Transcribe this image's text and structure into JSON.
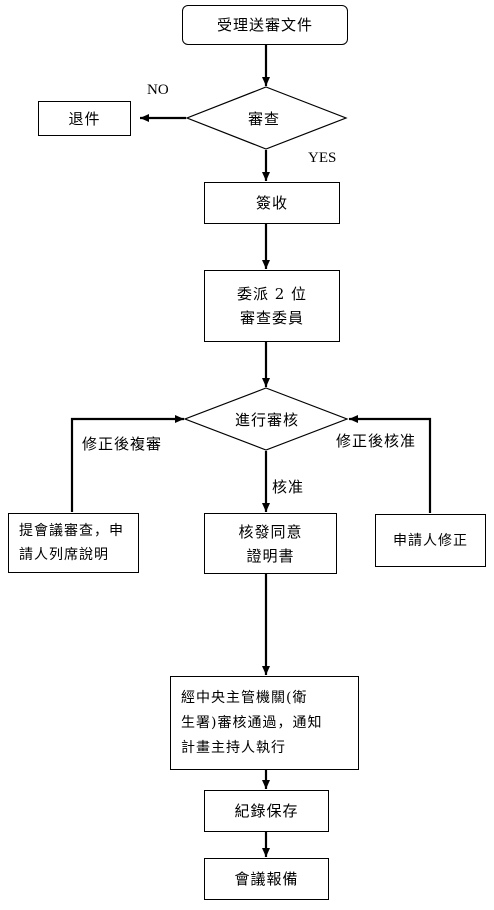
{
  "nodes": {
    "start": "受理送審文件",
    "review_decision": "審查",
    "return": "退件",
    "sign": "簽收",
    "assign": [
      "委派 2 位",
      "審查委員"
    ],
    "audit_decision": "進行審核",
    "meeting": [
      "提會議審查，申",
      "請人列席說明"
    ],
    "certificate": [
      "核發同意",
      "證明書"
    ],
    "applicant_fix": "申請人修正",
    "central_approval": [
      "經中央主管機關(衛",
      "生署)審核通過，通知",
      "計畫主持人執行"
    ],
    "record": "紀錄保存",
    "report": "會議報備"
  },
  "edges": {
    "no": "NO",
    "yes": "YES",
    "revise_rereview": "修正後複審",
    "revise_approve": "修正後核准",
    "approve": "核准"
  }
}
